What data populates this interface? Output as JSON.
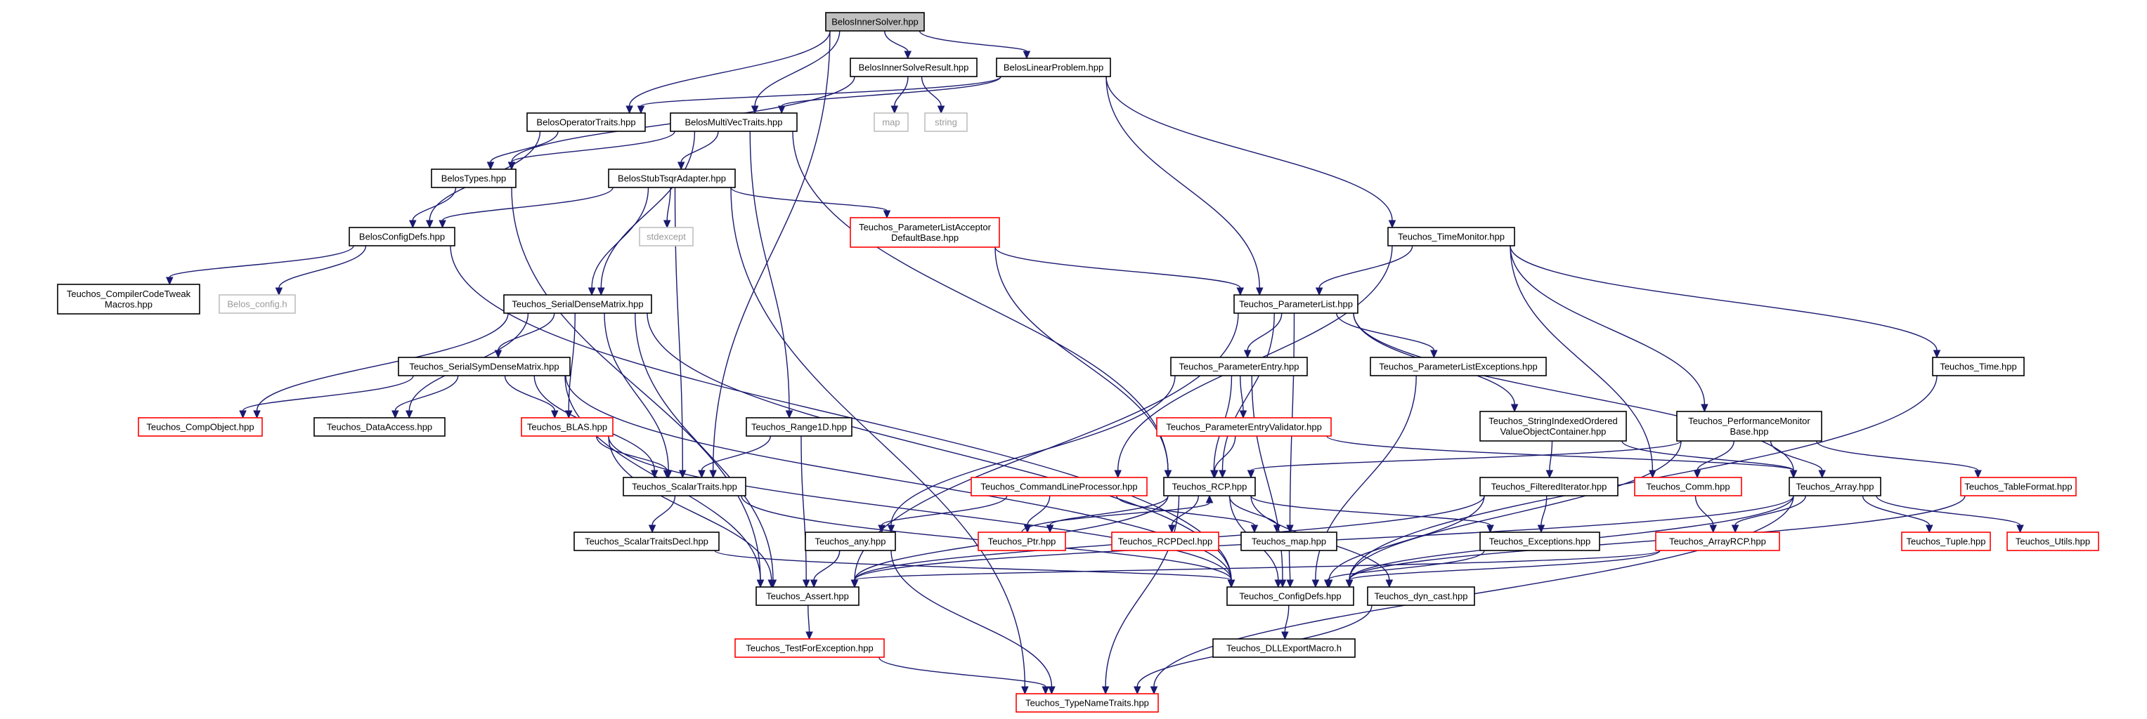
{
  "colors": {
    "edge": "#191970",
    "node_border_default": "#000000",
    "node_border_incomplete": "#ff0000",
    "node_border_system": "#bfbfbf",
    "root_fill": "#bfbfbf",
    "node_fill": "#ffffff"
  },
  "nodes": [
    {
      "id": "BelosInnerSolver",
      "lines": [
        "BelosInnerSolver.hpp"
      ],
      "kind": "root"
    },
    {
      "id": "BelosInnerSolveResult",
      "lines": [
        "BelosInnerSolveResult.hpp"
      ],
      "kind": "normal"
    },
    {
      "id": "BelosLinearProblem",
      "lines": [
        "BelosLinearProblem.hpp"
      ],
      "kind": "normal"
    },
    {
      "id": "map_std",
      "lines": [
        "map"
      ],
      "kind": "system"
    },
    {
      "id": "string_std",
      "lines": [
        "string"
      ],
      "kind": "system"
    },
    {
      "id": "BelosOperatorTraits",
      "lines": [
        "BelosOperatorTraits.hpp"
      ],
      "kind": "normal"
    },
    {
      "id": "BelosMultiVecTraits",
      "lines": [
        "BelosMultiVecTraits.hpp"
      ],
      "kind": "normal"
    },
    {
      "id": "BelosTypes",
      "lines": [
        "BelosTypes.hpp"
      ],
      "kind": "normal"
    },
    {
      "id": "BelosStubTsqrAdapter",
      "lines": [
        "BelosStubTsqrAdapter.hpp"
      ],
      "kind": "normal"
    },
    {
      "id": "BelosConfigDefs",
      "lines": [
        "BelosConfigDefs.hpp"
      ],
      "kind": "normal"
    },
    {
      "id": "stdexcept",
      "lines": [
        "stdexcept"
      ],
      "kind": "system"
    },
    {
      "id": "PLAcceptorDefaultBase",
      "lines": [
        "Teuchos_ParameterListAcceptor",
        "DefaultBase.hpp"
      ],
      "kind": "incomplete"
    },
    {
      "id": "CompilerCodeTweakMacros",
      "lines": [
        "Teuchos_CompilerCodeTweak",
        "Macros.hpp"
      ],
      "kind": "normal"
    },
    {
      "id": "Belos_config",
      "lines": [
        "Belos_config.h"
      ],
      "kind": "system"
    },
    {
      "id": "TimeMonitor",
      "lines": [
        "Teuchos_TimeMonitor.hpp"
      ],
      "kind": "normal"
    },
    {
      "id": "SerialDenseMatrix",
      "lines": [
        "Teuchos_SerialDenseMatrix.hpp"
      ],
      "kind": "normal"
    },
    {
      "id": "ParameterList",
      "lines": [
        "Teuchos_ParameterList.hpp"
      ],
      "kind": "normal"
    },
    {
      "id": "SerialSymDenseMatrix",
      "lines": [
        "Teuchos_SerialSymDenseMatrix.hpp"
      ],
      "kind": "normal"
    },
    {
      "id": "ParameterEntry",
      "lines": [
        "Teuchos_ParameterEntry.hpp"
      ],
      "kind": "normal"
    },
    {
      "id": "PLExceptions",
      "lines": [
        "Teuchos_ParameterListExceptions.hpp"
      ],
      "kind": "normal"
    },
    {
      "id": "TimeHpp",
      "lines": [
        "Teuchos_Time.hpp"
      ],
      "kind": "normal"
    },
    {
      "id": "CompObject",
      "lines": [
        "Teuchos_CompObject.hpp"
      ],
      "kind": "incomplete"
    },
    {
      "id": "DataAccess",
      "lines": [
        "Teuchos_DataAccess.hpp"
      ],
      "kind": "normal"
    },
    {
      "id": "BLAS",
      "lines": [
        "Teuchos_BLAS.hpp"
      ],
      "kind": "incomplete"
    },
    {
      "id": "Range1D",
      "lines": [
        "Teuchos_Range1D.hpp"
      ],
      "kind": "normal"
    },
    {
      "id": "PEValidator",
      "lines": [
        "Teuchos_ParameterEntryValidator.hpp"
      ],
      "kind": "incomplete"
    },
    {
      "id": "StringIndexed",
      "lines": [
        "Teuchos_StringIndexedOrdered",
        "ValueObjectContainer.hpp"
      ],
      "kind": "normal"
    },
    {
      "id": "PerfMonitorBase",
      "lines": [
        "Teuchos_PerformanceMonitor",
        "Base.hpp"
      ],
      "kind": "normal"
    },
    {
      "id": "ScalarTraits",
      "lines": [
        "Teuchos_ScalarTraits.hpp"
      ],
      "kind": "normal"
    },
    {
      "id": "CmdLineProcessor",
      "lines": [
        "Teuchos_CommandLineProcessor.hpp"
      ],
      "kind": "incomplete"
    },
    {
      "id": "RCP",
      "lines": [
        "Teuchos_RCP.hpp"
      ],
      "kind": "normal"
    },
    {
      "id": "FilteredIterator",
      "lines": [
        "Teuchos_FilteredIterator.hpp"
      ],
      "kind": "normal"
    },
    {
      "id": "Comm",
      "lines": [
        "Teuchos_Comm.hpp"
      ],
      "kind": "incomplete"
    },
    {
      "id": "Array",
      "lines": [
        "Teuchos_Array.hpp"
      ],
      "kind": "normal"
    },
    {
      "id": "TableFormat",
      "lines": [
        "Teuchos_TableFormat.hpp"
      ],
      "kind": "incomplete"
    },
    {
      "id": "ScalarTraitsDecl",
      "lines": [
        "Teuchos_ScalarTraitsDecl.hpp"
      ],
      "kind": "normal"
    },
    {
      "id": "anyHpp",
      "lines": [
        "Teuchos_any.hpp"
      ],
      "kind": "normal"
    },
    {
      "id": "Ptr",
      "lines": [
        "Teuchos_Ptr.hpp"
      ],
      "kind": "incomplete"
    },
    {
      "id": "RCPDecl",
      "lines": [
        "Teuchos_RCPDecl.hpp"
      ],
      "kind": "incomplete"
    },
    {
      "id": "mapHpp",
      "lines": [
        "Teuchos_map.hpp"
      ],
      "kind": "normal"
    },
    {
      "id": "Exceptions",
      "lines": [
        "Teuchos_Exceptions.hpp"
      ],
      "kind": "normal"
    },
    {
      "id": "ArrayRCP",
      "lines": [
        "Teuchos_ArrayRCP.hpp"
      ],
      "kind": "incomplete"
    },
    {
      "id": "Tuple",
      "lines": [
        "Teuchos_Tuple.hpp"
      ],
      "kind": "incomplete"
    },
    {
      "id": "Utils",
      "lines": [
        "Teuchos_Utils.hpp"
      ],
      "kind": "incomplete"
    },
    {
      "id": "Assert",
      "lines": [
        "Teuchos_Assert.hpp"
      ],
      "kind": "normal"
    },
    {
      "id": "ConfigDefs",
      "lines": [
        "Teuchos_ConfigDefs.hpp"
      ],
      "kind": "normal"
    },
    {
      "id": "dynCast",
      "lines": [
        "Teuchos_dyn_cast.hpp"
      ],
      "kind": "normal"
    },
    {
      "id": "TestForException",
      "lines": [
        "Teuchos_TestForException.hpp"
      ],
      "kind": "incomplete"
    },
    {
      "id": "DLLExportMacro",
      "lines": [
        "Teuchos_DLLExportMacro.h"
      ],
      "kind": "normal"
    },
    {
      "id": "TypeNameTraits",
      "lines": [
        "Teuchos_TypeNameTraits.hpp"
      ],
      "kind": "incomplete"
    }
  ],
  "edges": [
    [
      "BelosInnerSolver",
      "BelosInnerSolveResult"
    ],
    [
      "BelosInnerSolver",
      "BelosLinearProblem"
    ],
    [
      "BelosInnerSolver",
      "BelosOperatorTraits"
    ],
    [
      "BelosInnerSolver",
      "BelosMultiVecTraits"
    ],
    [
      "BelosInnerSolver",
      "ScalarTraits"
    ],
    [
      "BelosInnerSolveResult",
      "map_std"
    ],
    [
      "BelosInnerSolveResult",
      "string_std"
    ],
    [
      "BelosInnerSolveResult",
      "BelosTypes"
    ],
    [
      "BelosLinearProblem",
      "BelosOperatorTraits"
    ],
    [
      "BelosLinearProblem",
      "BelosMultiVecTraits"
    ],
    [
      "BelosLinearProblem",
      "TimeMonitor"
    ],
    [
      "BelosLinearProblem",
      "ParameterList"
    ],
    [
      "BelosOperatorTraits",
      "BelosTypes"
    ],
    [
      "BelosOperatorTraits",
      "BelosConfigDefs"
    ],
    [
      "BelosMultiVecTraits",
      "BelosTypes"
    ],
    [
      "BelosMultiVecTraits",
      "BelosStubTsqrAdapter"
    ],
    [
      "BelosMultiVecTraits",
      "SerialDenseMatrix"
    ],
    [
      "BelosMultiVecTraits",
      "Range1D"
    ],
    [
      "BelosMultiVecTraits",
      "RCP"
    ],
    [
      "BelosTypes",
      "BelosConfigDefs"
    ],
    [
      "BelosTypes",
      "Assert"
    ],
    [
      "BelosStubTsqrAdapter",
      "BelosConfigDefs"
    ],
    [
      "BelosStubTsqrAdapter",
      "stdexcept"
    ],
    [
      "BelosStubTsqrAdapter",
      "PLAcceptorDefaultBase"
    ],
    [
      "BelosStubTsqrAdapter",
      "SerialDenseMatrix"
    ],
    [
      "BelosStubTsqrAdapter",
      "ScalarTraits"
    ],
    [
      "BelosStubTsqrAdapter",
      "TypeNameTraits"
    ],
    [
      "BelosConfigDefs",
      "CompilerCodeTweakMacros"
    ],
    [
      "BelosConfigDefs",
      "Belos_config"
    ],
    [
      "BelosConfigDefs",
      "ConfigDefs"
    ],
    [
      "PLAcceptorDefaultBase",
      "ParameterList"
    ],
    [
      "PLAcceptorDefaultBase",
      "RCP"
    ],
    [
      "TimeMonitor",
      "ParameterList"
    ],
    [
      "TimeMonitor",
      "PerfMonitorBase"
    ],
    [
      "TimeMonitor",
      "TimeHpp"
    ],
    [
      "TimeMonitor",
      "CmdLineProcessor"
    ],
    [
      "TimeMonitor",
      "Comm"
    ],
    [
      "SerialDenseMatrix",
      "SerialSymDenseMatrix"
    ],
    [
      "SerialDenseMatrix",
      "CompObject"
    ],
    [
      "SerialDenseMatrix",
      "DataAccess"
    ],
    [
      "SerialDenseMatrix",
      "BLAS"
    ],
    [
      "SerialDenseMatrix",
      "ScalarTraits"
    ],
    [
      "SerialDenseMatrix",
      "Assert"
    ],
    [
      "SerialDenseMatrix",
      "ConfigDefs"
    ],
    [
      "ParameterList",
      "ParameterEntry"
    ],
    [
      "ParameterList",
      "PLExceptions"
    ],
    [
      "ParameterList",
      "StringIndexed"
    ],
    [
      "ParameterList",
      "RCP"
    ],
    [
      "ParameterList",
      "Array"
    ],
    [
      "ParameterList",
      "mapHpp"
    ],
    [
      "ParameterList",
      "Assert"
    ],
    [
      "SerialSymDenseMatrix",
      "CompObject"
    ],
    [
      "SerialSymDenseMatrix",
      "DataAccess"
    ],
    [
      "SerialSymDenseMatrix",
      "BLAS"
    ],
    [
      "SerialSymDenseMatrix",
      "ScalarTraits"
    ],
    [
      "SerialSymDenseMatrix",
      "Assert"
    ],
    [
      "SerialSymDenseMatrix",
      "ConfigDefs"
    ],
    [
      "ParameterEntry",
      "PEValidator"
    ],
    [
      "ParameterEntry",
      "RCP"
    ],
    [
      "ParameterEntry",
      "anyHpp"
    ],
    [
      "ParameterEntry",
      "ConfigDefs"
    ],
    [
      "PLExceptions",
      "ConfigDefs"
    ],
    [
      "TimeHpp",
      "ConfigDefs"
    ],
    [
      "BLAS",
      "ScalarTraits"
    ],
    [
      "BLAS",
      "Assert"
    ],
    [
      "BLAS",
      "ConfigDefs"
    ],
    [
      "Range1D",
      "ScalarTraits"
    ],
    [
      "Range1D",
      "Assert"
    ],
    [
      "PEValidator",
      "RCP"
    ],
    [
      "PEValidator",
      "Array"
    ],
    [
      "StringIndexed",
      "FilteredIterator"
    ],
    [
      "StringIndexed",
      "Array"
    ],
    [
      "PerfMonitorBase",
      "RCP"
    ],
    [
      "PerfMonitorBase",
      "Comm"
    ],
    [
      "PerfMonitorBase",
      "Array"
    ],
    [
      "PerfMonitorBase",
      "TableFormat"
    ],
    [
      "PerfMonitorBase",
      "ConfigDefs"
    ],
    [
      "ScalarTraits",
      "ScalarTraitsDecl"
    ],
    [
      "ScalarTraits",
      "ConfigDefs"
    ],
    [
      "CmdLineProcessor",
      "Ptr"
    ],
    [
      "CmdLineProcessor",
      "mapHpp"
    ],
    [
      "CmdLineProcessor",
      "anyHpp"
    ],
    [
      "RCP",
      "Ptr"
    ],
    [
      "RCP",
      "RCPDecl"
    ],
    [
      "RCP",
      "mapHpp"
    ],
    [
      "RCP",
      "Exceptions"
    ],
    [
      "RCP",
      "dynCast"
    ],
    [
      "RCP",
      "Assert"
    ],
    [
      "RCP",
      "ConfigDefs"
    ],
    [
      "RCP",
      "TypeNameTraits"
    ],
    [
      "FilteredIterator",
      "Exceptions"
    ],
    [
      "FilteredIterator",
      "Assert"
    ],
    [
      "FilteredIterator",
      "ConfigDefs"
    ],
    [
      "Comm",
      "ArrayRCP"
    ],
    [
      "Array",
      "ArrayRCP"
    ],
    [
      "Array",
      "Tuple"
    ],
    [
      "Array",
      "Utils"
    ],
    [
      "Array",
      "Assert"
    ],
    [
      "Array",
      "ConfigDefs"
    ],
    [
      "Array",
      "TypeNameTraits"
    ],
    [
      "TableFormat",
      "ConfigDefs"
    ],
    [
      "ScalarTraitsDecl",
      "ConfigDefs"
    ],
    [
      "anyHpp",
      "Assert"
    ],
    [
      "anyHpp",
      "TypeNameTraits"
    ],
    [
      "Ptr",
      "RCP"
    ],
    [
      "mapHpp",
      "ConfigDefs"
    ],
    [
      "Exceptions",
      "ConfigDefs"
    ],
    [
      "ArrayRCP",
      "Assert"
    ],
    [
      "ArrayRCP",
      "ConfigDefs"
    ],
    [
      "Assert",
      "TestForException"
    ],
    [
      "ConfigDefs",
      "DLLExportMacro"
    ],
    [
      "dynCast",
      "TypeNameTraits"
    ],
    [
      "TestForException",
      "TypeNameTraits"
    ]
  ]
}
